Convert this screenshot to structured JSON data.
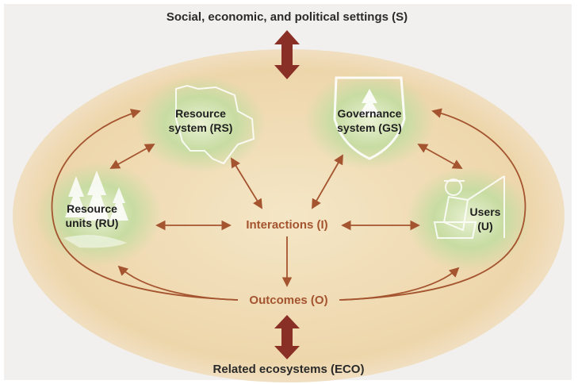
{
  "top_label": "Social, economic, and political settings (S)",
  "bottom_label": "Related ecosystems (ECO)",
  "nodes": {
    "resource_system": {
      "line1": "Resource",
      "line2": "system (RS)"
    },
    "governance_system": {
      "line1": "Governance",
      "line2": "system (GS)"
    },
    "resource_units": {
      "line1": "Resource",
      "line2": "units (RU)"
    },
    "users": {
      "line1": "Users",
      "line2": "(U)"
    }
  },
  "interactions": "Interactions (I)",
  "outcomes": "Outcomes (O)",
  "colors": {
    "ellipse": "#eedab4",
    "arrow": "#a4542f",
    "double_arrow": "#8a2f26",
    "node_glow": "#b9d38d"
  }
}
